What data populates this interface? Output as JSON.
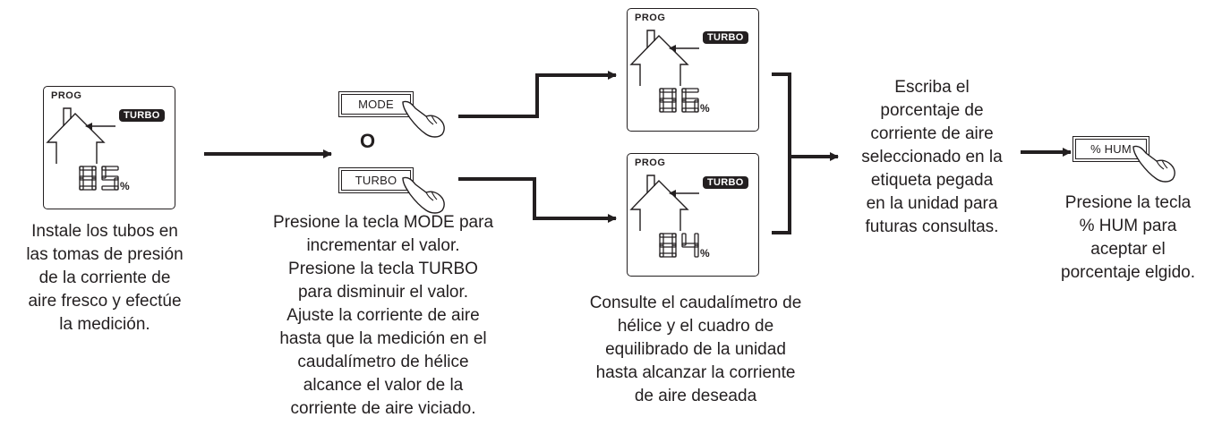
{
  "step1": {
    "display": {
      "prog_label": "PROG",
      "badge": "TURBO",
      "value": "85",
      "unit": "%"
    },
    "description": [
      "Instale los tubos en",
      "las tomas de presión",
      "de la corriente de",
      "aire fresco y efectúe",
      "la medición."
    ]
  },
  "step2": {
    "mode_key": "MODE",
    "or_label": "O",
    "turbo_key": "TURBO",
    "description": [
      "Presione la tecla MODE para",
      "incrementar el valor.",
      "Presione la tecla TURBO",
      "para disminuir el valor.",
      "Ajuste la corriente de aire",
      "hasta que la medición en el",
      "caudalímetro de hélice",
      "alcance el valor de la",
      "corriente de aire viciado."
    ]
  },
  "step3": {
    "display_top": {
      "prog_label": "PROG",
      "badge": "TURBO",
      "value": "86",
      "unit": "%"
    },
    "display_bottom": {
      "prog_label": "PROG",
      "badge": "TURBO",
      "value": "84",
      "unit": "%"
    },
    "description": [
      "Consulte el caudalímetro de",
      "hélice y el cuadro de",
      "equilibrado de la unidad",
      "hasta alcanzar la corriente",
      "de aire deseada"
    ]
  },
  "step4": {
    "description": [
      "Escriba el",
      "porcentaje de",
      "corriente de aire",
      "seleccionado en la",
      "etiqueta pegada",
      "en la unidad para",
      "futuras consultas."
    ]
  },
  "step5": {
    "hum_key": "% HUM",
    "description": [
      "Presione la tecla",
      "% HUM para",
      "aceptar el",
      "porcentaje elgido."
    ]
  }
}
